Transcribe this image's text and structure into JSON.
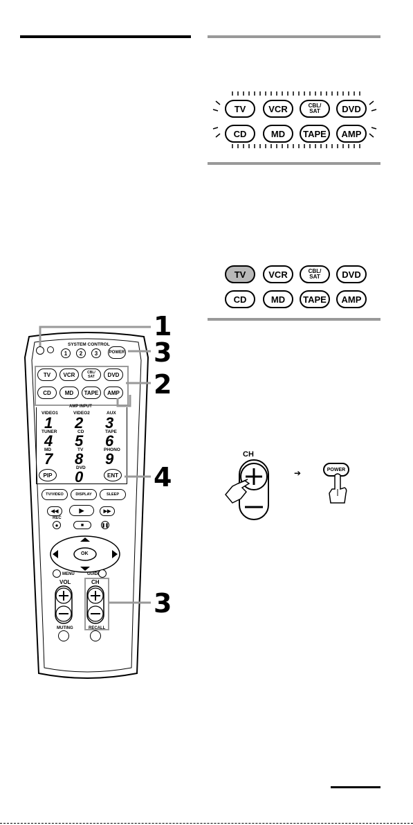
{
  "device_buttons": {
    "row1": [
      "TV",
      "VCR",
      "CBL/",
      "SAT",
      "DVD"
    ],
    "row2": [
      "CD",
      "MD",
      "TAPE",
      "AMP"
    ],
    "cbl_top": "CBL/",
    "cbl_bottom": "SAT"
  },
  "remote": {
    "system_control": "SYSTEM CONTROL",
    "sys_buttons": [
      "1",
      "2",
      "3"
    ],
    "power": "POWER",
    "amp_input": "AMP INPUT",
    "keypad": [
      {
        "label": "VIDEO1",
        "num": "1"
      },
      {
        "label": "VIDEO2",
        "num": "2"
      },
      {
        "label": "AUX",
        "num": "3"
      },
      {
        "label": "TUNER",
        "num": "4"
      },
      {
        "label": "CD",
        "num": "5"
      },
      {
        "label": "TAPE",
        "num": "6"
      },
      {
        "label": "MD",
        "num": "7"
      },
      {
        "label": "TV",
        "num": "8"
      },
      {
        "label": "PHONO",
        "num": "9"
      },
      {
        "label": "DVD",
        "num": "0"
      }
    ],
    "pip": "PIP",
    "ent": "ENT",
    "func_buttons": [
      "TV/VIDEO",
      "DISPLAY",
      "SLEEP"
    ],
    "rec": "REC",
    "ok": "OK",
    "menu": "MENU",
    "guide": "GUIDE",
    "vol": "VOL",
    "ch": "CH",
    "muting": "MUTING",
    "recall": "RECALL"
  },
  "callouts": {
    "c1": "1",
    "c2": "2",
    "c3a": "3",
    "c3b": "3",
    "c4": "4"
  },
  "step_illustration": {
    "ch_label": "CH",
    "power_label": "POWER",
    "arrow": "➔"
  }
}
